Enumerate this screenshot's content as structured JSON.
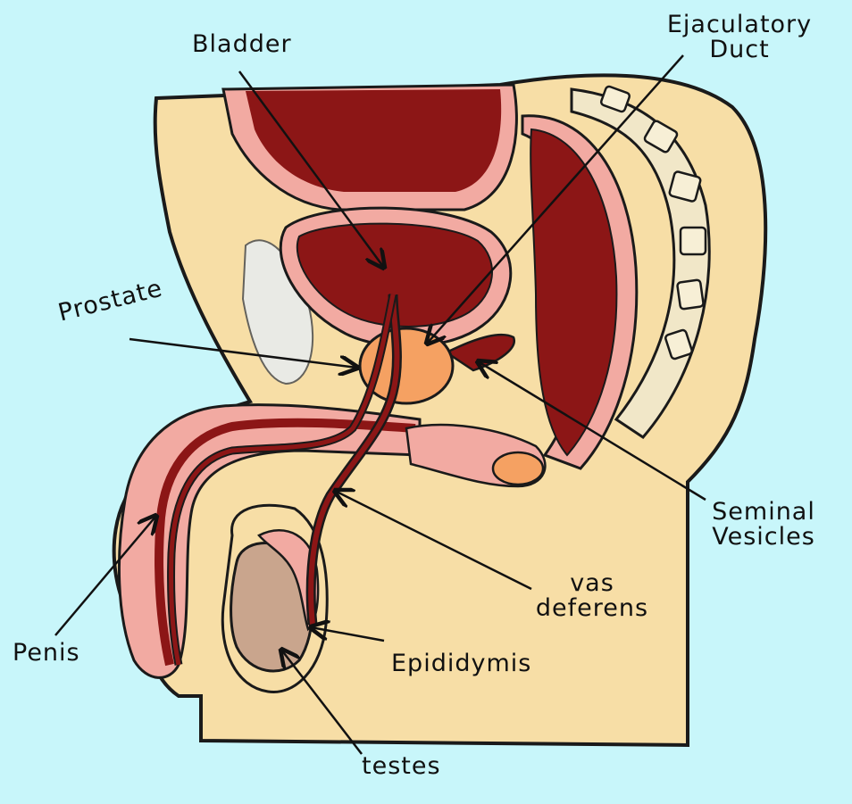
{
  "labels": {
    "bladder": "Bladder",
    "ejaculatory_duct_1": "Ejaculatory",
    "ejaculatory_duct_2": "Duct",
    "prostate": "Prostate",
    "seminal_vesicles_1": "Seminal",
    "seminal_vesicles_2": "Vesicles",
    "vas_deferens_1": "vas",
    "vas_deferens_2": "deferens",
    "penis": "Penis",
    "epididymis": "Epididymis",
    "testes": "testes"
  },
  "colors": {
    "background": "#c8f6fa",
    "skin": "#f7dea6",
    "outline": "#1a1a1a",
    "muscle": "#8c1616",
    "tissue_pink": "#f2aaa2",
    "prostate": "#f5a162",
    "testis": "#c9a58d"
  }
}
